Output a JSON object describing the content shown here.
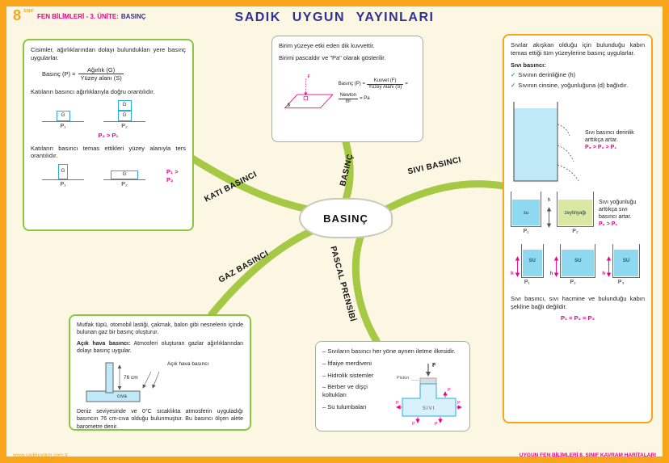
{
  "colors": {
    "frame_orange": "#F9A51B",
    "branch_green": "#A5C845",
    "accent_magenta": "#EC008C",
    "title_blue": "#2E3192",
    "water_cyan": "#8ED8F0",
    "oil_green": "#D9E8A3",
    "box_green_border": "#8CC63E"
  },
  "header": {
    "grade": "8",
    "grade_sub": "SINIF",
    "unit": "FEN BİLİMLERİ - 3. ÜNİTE:",
    "topic": "BASINÇ",
    "title": "SADIK UYGUN YAYINLARI"
  },
  "footer": {
    "left": "www.sadikuygun.com.tr",
    "right": "UYGUN FEN BİLİMLERİ 8. SINIF KAVRAM HARİTALARI"
  },
  "map": {
    "center": "BASINÇ",
    "branches": {
      "kati": "KATI BASINCI",
      "basinc": "BASINÇ",
      "sivi": "SIVI BASINCI",
      "gaz": "GAZ BASINCI",
      "pascal": "PASCAL PRENSİBİ"
    }
  },
  "solid": {
    "p1": "Cisimler, ağırlıklarından dolayı bulundukları yere basınç uygularlar.",
    "formula_lhs": "Basınç (P) =",
    "formula_num": "Ağırlık (G)",
    "formula_den": "Yüzey alanı (S)",
    "p2": "Katıların basıncı ağırlıklarıyla doğru orantılıdır.",
    "block_label": "G",
    "p_1": "P₁",
    "p_2": "P₂",
    "rel_weight": "P₂ > P₁",
    "p3": "Katıların basıncı temas ettikleri yüzey alanıyla ters orantılıdır.",
    "rel_area": "P₁ > P₂"
  },
  "definition": {
    "p1": "Birim yüzeye etki eden dik kuvvettir.",
    "p2": "Birimi pascaldır ve \"Pa\" olarak gösterilir.",
    "force_label": "F",
    "surface_label": "S",
    "formula_lhs": "Basınç (P) =",
    "num1": "Kuvvet (F)",
    "den1": "Yüzey Alanı (S)",
    "eq": "=",
    "num2": "Newton",
    "den2": "m²",
    "rhs": "= Pa"
  },
  "liquid": {
    "p1": "Sıvılar akışkan olduğu için bulunduğu kabın temas ettiği tüm yüzeylerine basınç uygularlar.",
    "subtitle": "Sıvı basıncı:",
    "check1": "Sıvının derinliğine (h)",
    "check2": "Sıvının cinsine, yoğunluğuna (d) bağlıdır.",
    "depth_text": "Sıvı basıncı derinlik arttıkça artar.",
    "depth_rel": "P₃ > P₂ > P₁",
    "water_label": "su",
    "oil_label": "zeytinyağı",
    "h_label": "h",
    "density_text": "Sıvı yoğunluğu arttıkça sıvı basıncı artar.",
    "density_rel": "P₂ > P₁",
    "su_caps": "SU",
    "p_1": "P₁",
    "p_2": "P₂",
    "p_3": "P₃",
    "shape_text": "Sıvı basıncı, sıvı hacmine ve bulunduğu kabın şekline bağlı değildir.",
    "shape_rel": "P₁ = P₂ = P₃"
  },
  "gas": {
    "p1": "Mutfak tüpü, otomobil lastiği, çakmak, balon gibi nesnelerin içinde bulunan gaz bir basınç oluşturur.",
    "lead": "Açık hava basıncı:",
    "p2": "Atmosferi oluşturan gazlar ağırlıklarından dolayı basınç uygular.",
    "diagram_label": "Açık hava basıncı",
    "height_label": "76 cm",
    "mercury_label": "cıva",
    "p3": "Deniz seviyesinde ve 0°C sıcaklıkta atmosferin uyguladığı basıncın 76 cm-cıva olduğu bulunmuştur. Bu basıncı ölçen alete barometre denir."
  },
  "pascal": {
    "p1": "– Sıvıların basıncı her yöne aynen iletme ilkesidir.",
    "items": [
      "– İtfaiye merdiveni",
      "– Hidrolik sistemler",
      "– Berber ve dişçi koltukları",
      "– Su tulumbaları"
    ],
    "force_label": "F",
    "piston_label": "Piston",
    "fluid_label": "SIVI",
    "p_label": "P"
  }
}
